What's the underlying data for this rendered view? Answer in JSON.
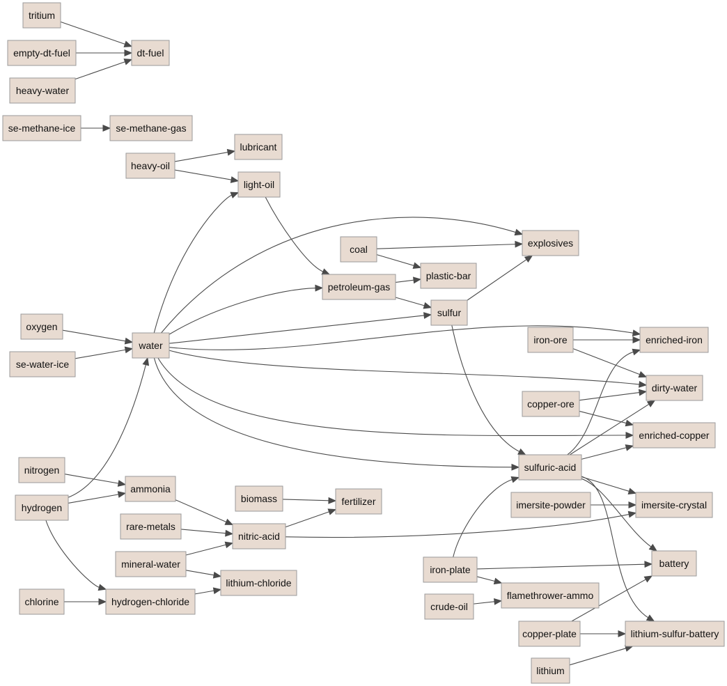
{
  "colors": {
    "node_fill": "#e8dbd1",
    "node_border": "#9a9a9a",
    "edge": "#4a4a4a",
    "text": "#111111"
  },
  "nodes": [
    {
      "id": "tritium",
      "label": "tritium"
    },
    {
      "id": "empty-dt-fuel",
      "label": "empty-dt-fuel"
    },
    {
      "id": "heavy-water",
      "label": "heavy-water"
    },
    {
      "id": "dt-fuel",
      "label": "dt-fuel"
    },
    {
      "id": "se-methane-ice",
      "label": "se-methane-ice"
    },
    {
      "id": "se-methane-gas",
      "label": "se-methane-gas"
    },
    {
      "id": "heavy-oil",
      "label": "heavy-oil"
    },
    {
      "id": "lubricant",
      "label": "lubricant"
    },
    {
      "id": "light-oil",
      "label": "light-oil"
    },
    {
      "id": "coal",
      "label": "coal"
    },
    {
      "id": "explosives",
      "label": "explosives"
    },
    {
      "id": "plastic-bar",
      "label": "plastic-bar"
    },
    {
      "id": "petroleum-gas",
      "label": "petroleum-gas"
    },
    {
      "id": "sulfur",
      "label": "sulfur"
    },
    {
      "id": "oxygen",
      "label": "oxygen"
    },
    {
      "id": "se-water-ice",
      "label": "se-water-ice"
    },
    {
      "id": "water",
      "label": "water"
    },
    {
      "id": "iron-ore",
      "label": "iron-ore"
    },
    {
      "id": "enriched-iron",
      "label": "enriched-iron"
    },
    {
      "id": "copper-ore",
      "label": "copper-ore"
    },
    {
      "id": "dirty-water",
      "label": "dirty-water"
    },
    {
      "id": "enriched-copper",
      "label": "enriched-copper"
    },
    {
      "id": "nitrogen",
      "label": "nitrogen"
    },
    {
      "id": "hydrogen",
      "label": "hydrogen"
    },
    {
      "id": "ammonia",
      "label": "ammonia"
    },
    {
      "id": "biomass",
      "label": "biomass"
    },
    {
      "id": "fertilizer",
      "label": "fertilizer"
    },
    {
      "id": "rare-metals",
      "label": "rare-metals"
    },
    {
      "id": "nitric-acid",
      "label": "nitric-acid"
    },
    {
      "id": "mineral-water",
      "label": "mineral-water"
    },
    {
      "id": "lithium-chloride",
      "label": "lithium-chloride"
    },
    {
      "id": "chlorine",
      "label": "chlorine"
    },
    {
      "id": "hydrogen-chloride",
      "label": "hydrogen-chloride"
    },
    {
      "id": "sulfuric-acid",
      "label": "sulfuric-acid"
    },
    {
      "id": "imersite-powder",
      "label": "imersite-powder"
    },
    {
      "id": "imersite-crystal",
      "label": "imersite-crystal"
    },
    {
      "id": "iron-plate",
      "label": "iron-plate"
    },
    {
      "id": "battery",
      "label": "battery"
    },
    {
      "id": "crude-oil",
      "label": "crude-oil"
    },
    {
      "id": "flamethrower-ammo",
      "label": "flamethrower-ammo"
    },
    {
      "id": "copper-plate",
      "label": "copper-plate"
    },
    {
      "id": "lithium-sulfur-battery",
      "label": "lithium-sulfur-battery"
    },
    {
      "id": "lithium",
      "label": "lithium"
    }
  ],
  "edges": [
    {
      "from": "tritium",
      "to": "dt-fuel"
    },
    {
      "from": "empty-dt-fuel",
      "to": "dt-fuel"
    },
    {
      "from": "heavy-water",
      "to": "dt-fuel"
    },
    {
      "from": "se-methane-ice",
      "to": "se-methane-gas"
    },
    {
      "from": "heavy-oil",
      "to": "lubricant"
    },
    {
      "from": "heavy-oil",
      "to": "light-oil"
    },
    {
      "from": "light-oil",
      "to": "petroleum-gas"
    },
    {
      "from": "coal",
      "to": "explosives"
    },
    {
      "from": "coal",
      "to": "plastic-bar"
    },
    {
      "from": "petroleum-gas",
      "to": "plastic-bar"
    },
    {
      "from": "petroleum-gas",
      "to": "sulfur"
    },
    {
      "from": "sulfur",
      "to": "explosives"
    },
    {
      "from": "sulfur",
      "to": "sulfuric-acid"
    },
    {
      "from": "oxygen",
      "to": "water"
    },
    {
      "from": "se-water-ice",
      "to": "water"
    },
    {
      "from": "water",
      "to": "light-oil"
    },
    {
      "from": "water",
      "to": "explosives"
    },
    {
      "from": "water",
      "to": "petroleum-gas"
    },
    {
      "from": "water",
      "to": "sulfur"
    },
    {
      "from": "water",
      "to": "enriched-iron"
    },
    {
      "from": "water",
      "to": "dirty-water"
    },
    {
      "from": "water",
      "to": "enriched-copper"
    },
    {
      "from": "water",
      "to": "sulfuric-acid"
    },
    {
      "from": "iron-ore",
      "to": "enriched-iron"
    },
    {
      "from": "iron-ore",
      "to": "dirty-water"
    },
    {
      "from": "copper-ore",
      "to": "dirty-water"
    },
    {
      "from": "copper-ore",
      "to": "enriched-copper"
    },
    {
      "from": "nitrogen",
      "to": "ammonia"
    },
    {
      "from": "hydrogen",
      "to": "ammonia"
    },
    {
      "from": "hydrogen",
      "to": "water"
    },
    {
      "from": "hydrogen",
      "to": "hydrogen-chloride"
    },
    {
      "from": "ammonia",
      "to": "nitric-acid"
    },
    {
      "from": "biomass",
      "to": "fertilizer"
    },
    {
      "from": "rare-metals",
      "to": "nitric-acid"
    },
    {
      "from": "mineral-water",
      "to": "nitric-acid"
    },
    {
      "from": "mineral-water",
      "to": "lithium-chloride"
    },
    {
      "from": "nitric-acid",
      "to": "fertilizer"
    },
    {
      "from": "nitric-acid",
      "to": "imersite-crystal"
    },
    {
      "from": "chlorine",
      "to": "hydrogen-chloride"
    },
    {
      "from": "hydrogen-chloride",
      "to": "lithium-chloride"
    },
    {
      "from": "sulfuric-acid",
      "to": "enriched-iron"
    },
    {
      "from": "sulfuric-acid",
      "to": "dirty-water"
    },
    {
      "from": "sulfuric-acid",
      "to": "enriched-copper"
    },
    {
      "from": "sulfuric-acid",
      "to": "imersite-crystal"
    },
    {
      "from": "sulfuric-acid",
      "to": "battery"
    },
    {
      "from": "sulfuric-acid",
      "to": "lithium-sulfur-battery"
    },
    {
      "from": "imersite-powder",
      "to": "imersite-crystal"
    },
    {
      "from": "iron-plate",
      "to": "sulfuric-acid"
    },
    {
      "from": "iron-plate",
      "to": "battery"
    },
    {
      "from": "iron-plate",
      "to": "flamethrower-ammo"
    },
    {
      "from": "crude-oil",
      "to": "flamethrower-ammo"
    },
    {
      "from": "copper-plate",
      "to": "battery"
    },
    {
      "from": "copper-plate",
      "to": "lithium-sulfur-battery"
    },
    {
      "from": "lithium",
      "to": "lithium-sulfur-battery"
    }
  ]
}
